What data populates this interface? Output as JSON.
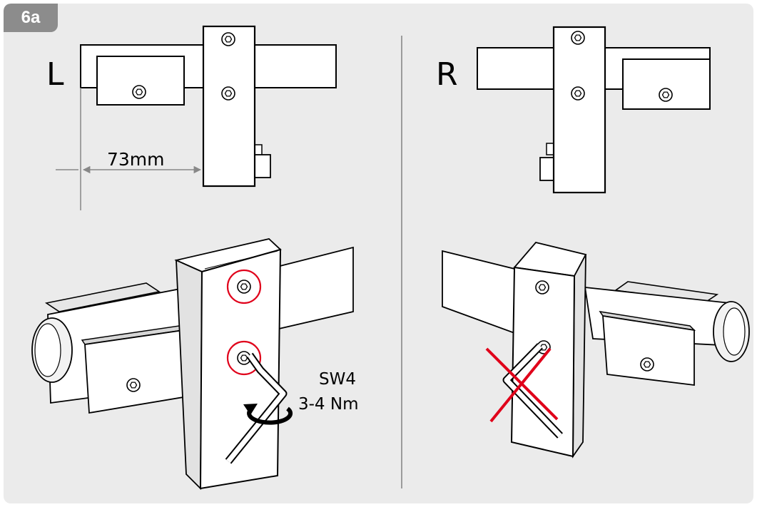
{
  "step": {
    "label": "6a"
  },
  "left": {
    "side_label": "L",
    "distance": "73mm",
    "tool": "SW4",
    "torque": "3-4 Nm"
  },
  "right": {
    "side_label": "R"
  },
  "colors": {
    "panel": "#ebebeb",
    "badge": "#8c8c8c",
    "highlight": "#e0001a",
    "dimension": "#888888"
  },
  "icons": [
    "hex-key-icon",
    "rotation-arrow-icon",
    "prohibited-cross-icon"
  ]
}
